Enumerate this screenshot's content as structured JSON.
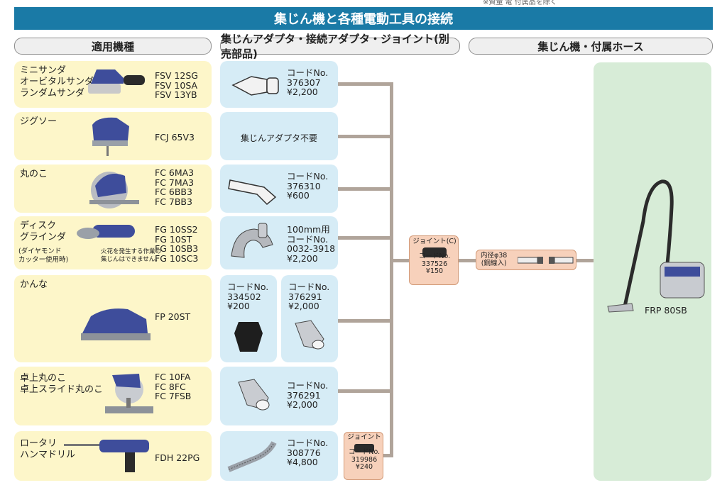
{
  "top_note": "※資量 電 付属品を除く",
  "title": "集じん機と各種電動工具の接続",
  "headers": {
    "tools": "適用機種",
    "adapters": "集じんアダプタ・接続アダプタ・ジョイント(別売部品)",
    "vacuum": "集じん機・付属ホース"
  },
  "tools": [
    {
      "name": "ミニサンダ\nオービタルサンダ\nランダムサンダ",
      "models": "FSV 12SG\nFSV 10SA\nFSV 13YB"
    },
    {
      "name": "ジグソー",
      "models": "FCJ 65V3"
    },
    {
      "name": "丸のこ",
      "models": "FC 6MA3\nFC 7MA3\nFC 6BB3\nFC 7BB3"
    },
    {
      "name": "ディスク\nグラインダ",
      "note": "(ダイヤモンド\nカッター使用時)",
      "note2": "火花を発生する作業の\n集じんはできません。",
      "models": "FG 10SS2\nFG 10ST\nFG 10SB3\nFG 10SC3"
    },
    {
      "name": "かんな",
      "models": "FP 20ST"
    },
    {
      "name": "卓上丸のこ\n卓上スライド丸のこ",
      "models": "FC 10FA\nFC 8FC\nFC 7FSB"
    },
    {
      "name": "ロータリ\nハンマドリル",
      "models": "FDH 22PG"
    }
  ],
  "adapters": [
    {
      "text": "コードNo.\n376307\n¥2,200"
    },
    {
      "text": "集じんアダプタ不要"
    },
    {
      "text": "コードNo.\n376310\n¥600"
    },
    {
      "text": "100mm用\nコードNo.\n0032-3918\n¥2,200"
    },
    {
      "text_a": "コードNo.\n334502\n¥200",
      "text_b": "コードNo.\n376291\n¥2,000"
    },
    {
      "text": "コードNo.\n376291\n¥2,000"
    },
    {
      "text": "コードNo.\n308776\n¥4,800"
    }
  ],
  "joint_c": "ジョイント(C)\n\nコードNo.\n337526\n¥150",
  "joint_small": "ジョイント\n\nコードNo.\n319986\n¥240",
  "hose": "内径φ38\n(銅線入)",
  "vacuum_model": "FRP 80SB"
}
